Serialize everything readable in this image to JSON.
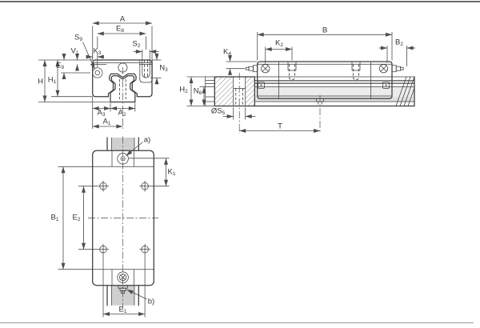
{
  "colors": {
    "background": "#ffffff",
    "part_line": "#3c3c3c",
    "dim_line": "#4d4d4d",
    "text": "#333333",
    "shade_light": "#ececec",
    "shade_mid": "#cfcfcf",
    "shade_rail": "#e0e0e0",
    "counterbore": "#d6d6d6",
    "rule_top": "#6b6b6b",
    "rule_bottom": "#9a9a9a"
  },
  "views": {
    "front": {
      "labels": {
        "A": {
          "b": "A",
          "s": ""
        },
        "E8": {
          "b": "E",
          "s": "8"
        },
        "S9": {
          "b": "S",
          "s": "9"
        },
        "V1": {
          "b": "V",
          "s": "1"
        },
        "K3": {
          "b": "K",
          "s": "3"
        },
        "S2": {
          "b": "S",
          "s": "2"
        },
        "N3": {
          "b": "N",
          "s": "3"
        },
        "E9": {
          "b": "E",
          "s": "9"
        },
        "H": {
          "b": "H",
          "s": ""
        },
        "H1": {
          "b": "H",
          "s": "1"
        },
        "A3": {
          "b": "A",
          "s": "3"
        },
        "A2": {
          "b": "A",
          "s": "2"
        },
        "A1": {
          "b": "A",
          "s": "1"
        }
      }
    },
    "side": {
      "labels": {
        "B": {
          "b": "B",
          "s": ""
        },
        "K2": {
          "b": "K",
          "s": "2"
        },
        "B2": {
          "b": "B",
          "s": "2"
        },
        "K4": {
          "b": "K",
          "s": "4"
        },
        "H2": {
          "b": "H",
          "s": "2"
        },
        "N6": {
          "b": "N",
          "s": "6"
        },
        "OS5": {
          "b": "ØS",
          "s": "5"
        },
        "T": {
          "b": "T",
          "s": ""
        }
      }
    },
    "plan": {
      "labels": {
        "a": {
          "b": "a)",
          "s": ""
        },
        "K1": {
          "b": "K",
          "s": "1"
        },
        "B1": {
          "b": "B",
          "s": "1"
        },
        "E2": {
          "b": "E",
          "s": "2"
        },
        "E1": {
          "b": "E",
          "s": "1"
        },
        "b": {
          "b": "b)",
          "s": ""
        }
      }
    }
  }
}
